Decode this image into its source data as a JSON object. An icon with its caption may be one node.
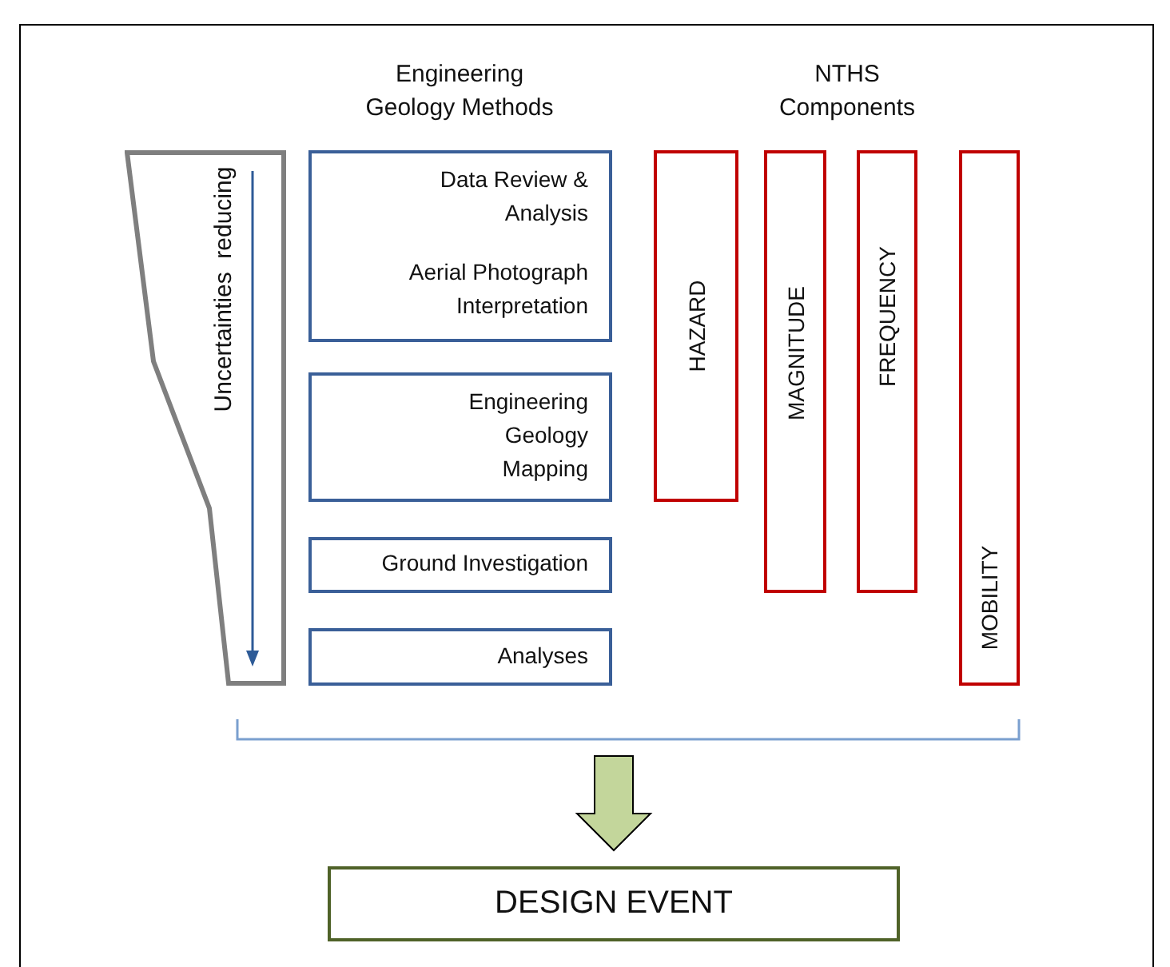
{
  "diagram": {
    "nodes": [
      {
        "text": [
          "Uncertainties  reducing"
        ]
      },
      {
        "text": [
          "Data Review & Analysis",
          "Aerial Photograph Interpretation"
        ]
      },
      {
        "text": [
          "Engineering Geology Mapping"
        ]
      },
      {
        "text": [
          "Ground Investigation"
        ]
      },
      {
        "text": [
          "Analyses"
        ]
      },
      {
        "text": [
          "HAZARD"
        ]
      },
      {
        "text": [
          "MAGNITUDE"
        ]
      },
      {
        "text": [
          "FREQUENCY"
        ]
      },
      {
        "text": [
          "MOBILITY"
        ]
      },
      {
        "text": [
          "DESIGN EVENT"
        ]
      }
    ],
    "edges": [
      {
        "from": null,
        "to": 9,
        "arrow": "to"
      }
    ],
    "labels": [
      "Engineering Geology Methods",
      "NTHS Components"
    ]
  }
}
